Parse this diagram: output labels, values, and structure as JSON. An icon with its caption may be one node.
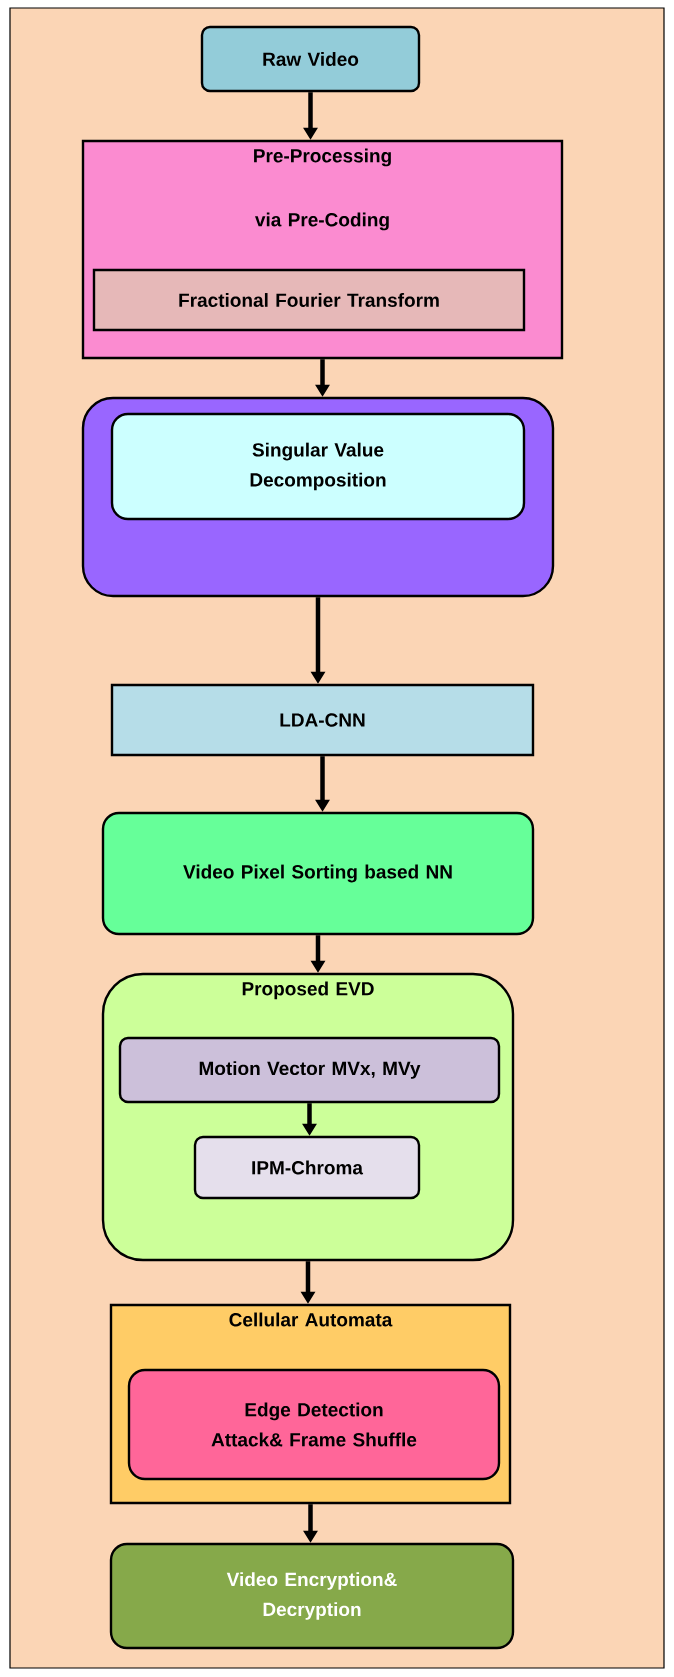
{
  "diagram": {
    "nodes": [
      {
        "text": [
          "Raw Video"
        ]
      },
      {
        "text": [
          "Pre-Processing via Pre-Coding"
        ]
      },
      {
        "text": [
          "Fractional Fourier Transform"
        ],
        "in": 1
      },
      {
        "text": [],
        "shape": "box"
      },
      {
        "text": [
          "Singular Value Decomposition"
        ],
        "in": 3
      },
      {
        "text": [
          "LDA-CNN"
        ]
      },
      {
        "text": [
          "Video Pixel Sorting based NN"
        ]
      },
      {
        "text": [
          "Proposed EVD"
        ]
      },
      {
        "text": [
          "Motion Vector MVx, MVy"
        ],
        "in": 7
      },
      {
        "text": [
          "IPM-Chroma"
        ],
        "in": 7
      },
      {
        "text": [
          "Cellular Automata"
        ]
      },
      {
        "text": [
          "Edge Detection Attack& Frame Shuffle"
        ],
        "in": 10
      },
      {
        "text": [
          "Video Encryption& Decryption"
        ]
      }
    ],
    "edges": [
      {
        "from": 0,
        "to": 1,
        "arrow": "to"
      },
      {
        "from": 1,
        "to": 3,
        "arrow": "to"
      },
      {
        "from": 3,
        "to": 5,
        "arrow": "to"
      },
      {
        "from": 5,
        "to": 6,
        "arrow": "to"
      },
      {
        "from": 6,
        "to": 7,
        "arrow": "to"
      },
      {
        "from": 8,
        "to": 9,
        "arrow": "to"
      },
      {
        "from": 7,
        "to": 10,
        "arrow": "to"
      },
      {
        "from": 10,
        "to": 12,
        "arrow": "to"
      }
    ]
  }
}
